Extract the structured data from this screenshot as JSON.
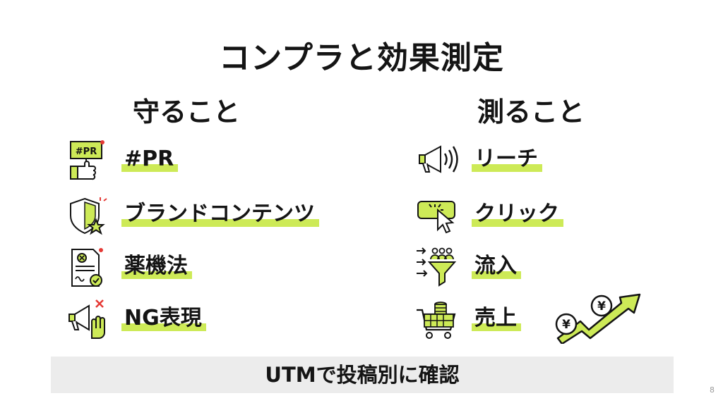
{
  "slide": {
    "title": "コンプラと効果測定",
    "left": {
      "heading": "守ること",
      "items": [
        {
          "label": "#PR",
          "icon": "pr-sign-icon",
          "sign_text": "#PR"
        },
        {
          "label": "ブランドコンテンツ",
          "icon": "shield-star-icon"
        },
        {
          "label": "薬機法",
          "icon": "document-check-icon"
        },
        {
          "label": "NG表現",
          "icon": "megaphone-stop-icon"
        }
      ]
    },
    "right": {
      "heading": "測ること",
      "items": [
        {
          "label": "リーチ",
          "icon": "megaphone-icon"
        },
        {
          "label": "クリック",
          "icon": "click-button-icon"
        },
        {
          "label": "流入",
          "icon": "funnel-people-icon"
        },
        {
          "label": "売上",
          "icon": "shopping-cart-coins-icon"
        }
      ]
    },
    "trend": {
      "icon": "yen-growth-arrow-icon",
      "symbol": "¥"
    },
    "bottom_bar": "UTMで投稿別に確認",
    "page_number": "8"
  },
  "colors": {
    "accent": "#cdea57",
    "text": "#141414",
    "bar": "#ececec",
    "alert": "#e53935"
  }
}
